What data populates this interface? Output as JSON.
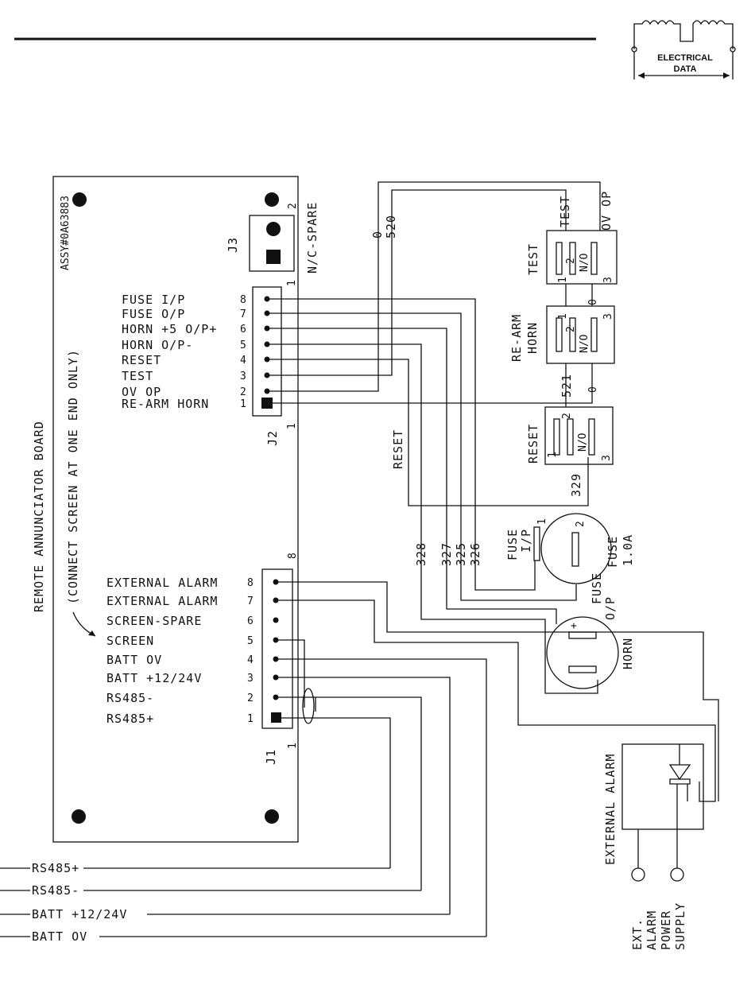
{
  "badge": {
    "line1": "ELECTRICAL",
    "line2": "DATA"
  },
  "board": {
    "title": "REMOTE ANNUNCIATOR BOARD",
    "note": "(CONNECT SCREEN AT ONE END ONLY)",
    "assy": "ASSY#0A63883"
  },
  "j3": {
    "label": "J3",
    "pin2": "2",
    "name": "N/C-SPARE"
  },
  "j2": {
    "label": "J2",
    "corner_top": "1",
    "corner_bottom": "1",
    "pins": [
      {
        "num": "8",
        "label": "FUSE I/P"
      },
      {
        "num": "7",
        "label": "FUSE O/P"
      },
      {
        "num": "6",
        "label": "HORN +5 O/P+"
      },
      {
        "num": "5",
        "label": "HORN O/P-"
      },
      {
        "num": "4",
        "label": "RESET"
      },
      {
        "num": "3",
        "label": "TEST"
      },
      {
        "num": "2",
        "label": "OV OP"
      },
      {
        "num": "1",
        "label": "RE-ARM HORN"
      }
    ]
  },
  "j1": {
    "label": "J1",
    "corner_top": "8",
    "corner_bottom": "1",
    "pins": [
      {
        "num": "8",
        "label": "EXTERNAL ALARM"
      },
      {
        "num": "7",
        "label": "EXTERNAL ALARM"
      },
      {
        "num": "6",
        "label": "SCREEN-SPARE"
      },
      {
        "num": "5",
        "label": "SCREEN"
      },
      {
        "num": "4",
        "label": "BATT OV"
      },
      {
        "num": "3",
        "label": "BATT +12/24V"
      },
      {
        "num": "2",
        "label": "RS485-"
      },
      {
        "num": "1",
        "label": "RS485+"
      }
    ]
  },
  "wires": {
    "w0": "0",
    "w520": "520",
    "w521": "521",
    "w0b": "0",
    "w0c": "0",
    "w329": "329",
    "w328": "328",
    "w327": "327",
    "w325": "325",
    "w326": "326",
    "reset_label": "RESET"
  },
  "test_switch": {
    "title": "TEST",
    "top": "TEST",
    "right": "OV OP",
    "p1": "1",
    "p2": "2",
    "p3": "3",
    "no": "N/O"
  },
  "rearm_switch": {
    "title1": "RE-ARM",
    "title2": "HORN",
    "p1": "1",
    "p2": "2",
    "p3": "3",
    "no": "N/O"
  },
  "reset_switch": {
    "title": "RESET",
    "p1": "1",
    "p2": "2",
    "p3": "3",
    "no": "N/O"
  },
  "fuse": {
    "ip1": "FUSE",
    "ip2": "I/P",
    "op1": "FUSE",
    "op2": "O/P",
    "rating1": "FUSE",
    "rating2": "1.0A",
    "p1": "1",
    "p2": "2"
  },
  "horn": {
    "label": "HORN",
    "plus": "+"
  },
  "ext_alarm": {
    "label": "EXTERNAL ALARM"
  },
  "supply": {
    "l1": "EXT.",
    "l2": "ALARM",
    "l3": "POWER",
    "l4": "SUPPLY"
  },
  "external_lines": [
    "RS485+",
    "RS485-",
    "BATT +12/24V",
    "BATT OV"
  ]
}
